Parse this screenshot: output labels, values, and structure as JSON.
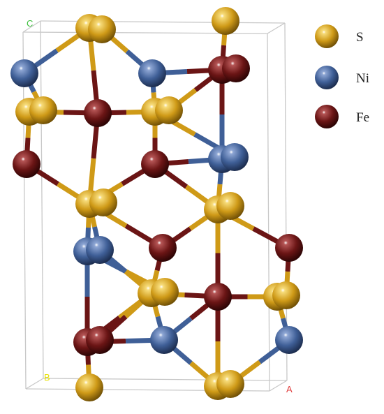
{
  "elements": [
    {
      "symbol": "S",
      "color": "#cf9a17",
      "dark": "#6e4e05",
      "light": "#f7dc7a"
    },
    {
      "symbol": "Ni",
      "color": "#3f5f97",
      "dark": "#1b2b4c",
      "light": "#8ea6d4"
    },
    {
      "symbol": "Fe",
      "color": "#6b1515",
      "dark": "#2a0404",
      "light": "#b55555"
    }
  ],
  "axes": {
    "a": {
      "label": "A",
      "color": "#e04040"
    },
    "b": {
      "label": "B",
      "color": "#e8e000"
    },
    "c": {
      "label": "C",
      "color": "#40c040"
    }
  }
}
